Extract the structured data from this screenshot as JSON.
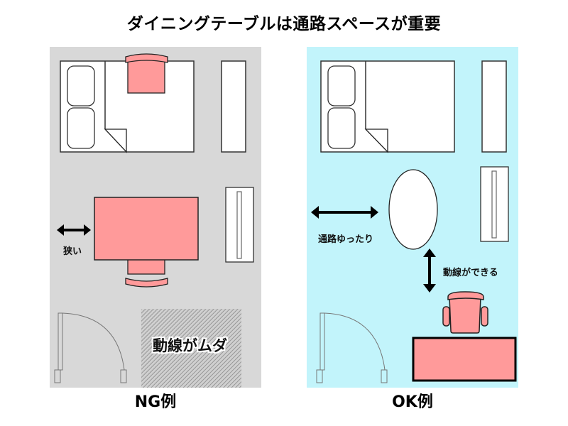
{
  "title": "ダイニングテーブルは通路スペースが重要",
  "colors": {
    "ng_background": "#d8d8d8",
    "ok_background": "#c2f4fb",
    "furniture_pink": "#ff9a9a",
    "furniture_white": "#ffffff",
    "outline": "#000000"
  },
  "ng_panel": {
    "caption": "NG例",
    "narrow_label": "狭い",
    "wasted_flow_label": "動線がムダ",
    "furniture": [
      "bed",
      "closet",
      "rectangular-dining-table",
      "two-chairs",
      "tv-stand",
      "door",
      "hatched-wasted-area"
    ]
  },
  "ok_panel": {
    "caption": "OK例",
    "aisle_label": "通路ゆったり",
    "flow_label": "動線ができる",
    "furniture": [
      "bed",
      "closet",
      "oval-table",
      "tv-stand",
      "door",
      "office-chair",
      "desk"
    ]
  }
}
